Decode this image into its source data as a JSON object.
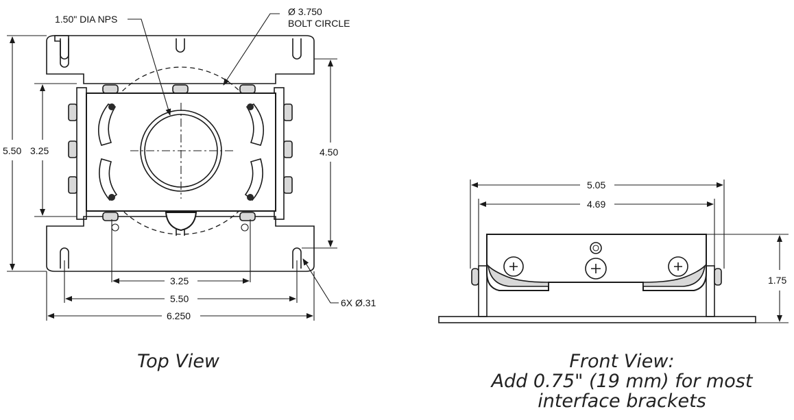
{
  "top_view": {
    "callout_nps": "1.50\" DIA NPS",
    "callout_bolt_line1": "Ø 3.750",
    "callout_bolt_line2": "BOLT CIRCLE",
    "dim_height_outer": "5.50",
    "dim_height_inner": "3.25",
    "dim_height_right": "4.50",
    "dim_width_325": "3.25",
    "dim_width_550": "5.50",
    "dim_width_6250": "6.250",
    "callout_holes": "6X Ø.31",
    "caption": "Top View"
  },
  "front_view": {
    "dim_width_outer": "5.05",
    "dim_width_inner": "4.69",
    "dim_height": "1.75",
    "caption_line1": "Front View:",
    "caption_line2": "Add 0.75\" (19 mm) for most",
    "caption_line3": "interface brackets"
  },
  "colors": {
    "ink": "#1a1a1a",
    "fill_gray": "#d8d8d8",
    "paper": "#ffffff"
  }
}
